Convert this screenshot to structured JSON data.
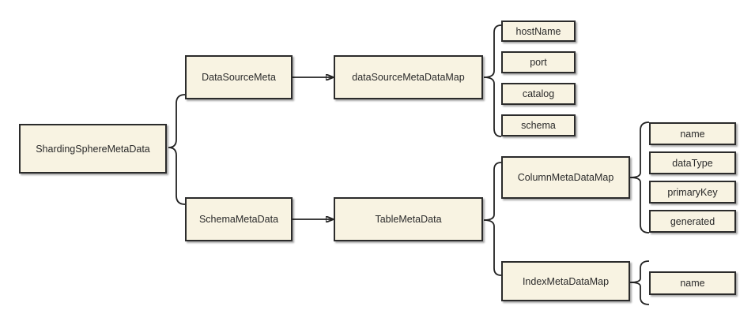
{
  "diagram": {
    "root": "ShardingSphereMetaData",
    "data_source_meta": "DataSourceMeta",
    "data_source_map": "dataSourceMetaDataMap",
    "data_source_fields": [
      "hostName",
      "port",
      "catalog",
      "schema"
    ],
    "schema_meta": "SchemaMetaData",
    "table_meta": "TableMetaData",
    "column_map": "ColumnMetaDataMap",
    "column_fields": [
      "name",
      "dataType",
      "primaryKey",
      "generated"
    ],
    "index_map": "IndexMetaDataMap",
    "index_fields": [
      "name"
    ]
  }
}
